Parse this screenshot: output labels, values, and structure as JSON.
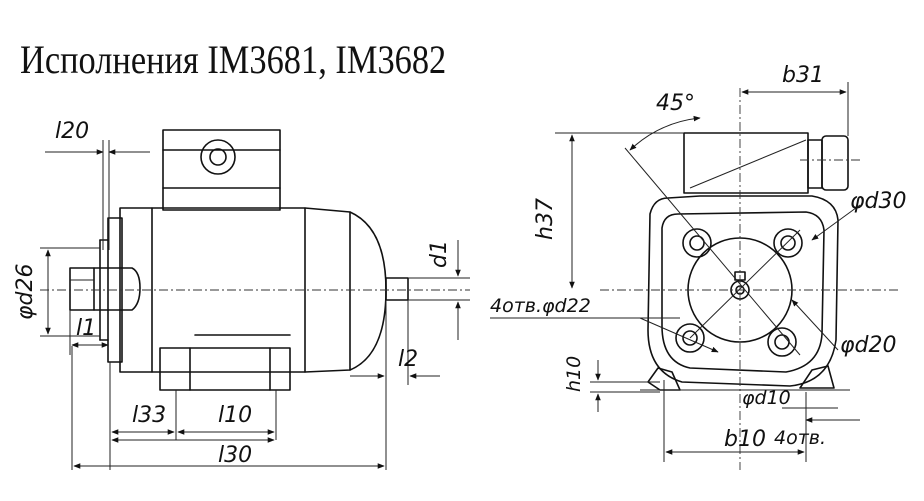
{
  "title": "Исполнения IM3681, IM3682",
  "labels": {
    "l20": "l20",
    "d26": "φd26",
    "l1": "l1",
    "d1": "d1",
    "l2": "l2",
    "l33": "l33",
    "l10": "l10",
    "l30": "l30",
    "angle": "45°",
    "b31": "b31",
    "h37": "h37",
    "d30": "φd30",
    "d22": "4отв.φd22",
    "d20": "φd20",
    "h10": "h10",
    "d10": "φd10",
    "b10": "b10",
    "holes4": "4отв."
  }
}
